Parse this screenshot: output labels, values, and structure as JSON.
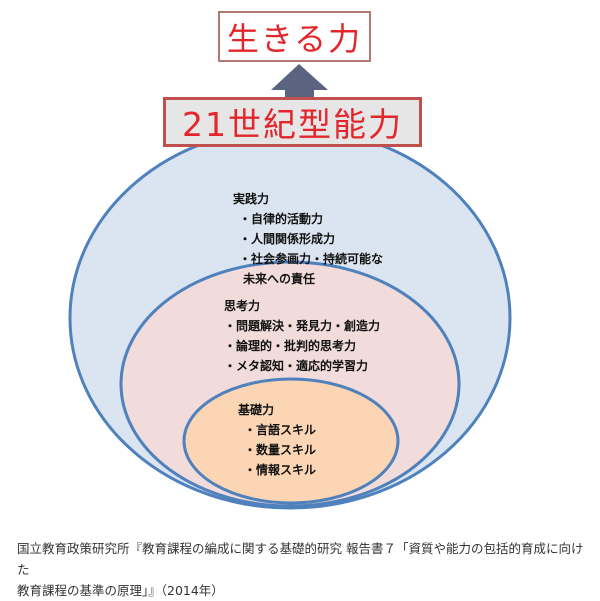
{
  "top_box": "生きる力",
  "main_box": "21世紀型能力",
  "practical": {
    "title": "実践力",
    "items": [
      "・自律的活動力",
      "・人間関係形成力",
      "・社会参画力・持続可能な",
      "未来への責任"
    ]
  },
  "thinking": {
    "title": "思考力",
    "items": [
      "・問題解決・発見力・創造力",
      "・論理的・批判的思考力",
      "・メタ認知・適応的学習力"
    ]
  },
  "basic": {
    "title": "基礎力",
    "items": [
      "・言語スキル",
      "・数量スキル",
      "・情報スキル"
    ]
  },
  "caption": [
    "国立教育政策研究所『教育課程の編成に関する基礎的研究 報告書７「資質や能力の包括的育成に向けた",
    "教育課程の基準の原理」』（2014年）"
  ],
  "colors": {
    "outer": "#dbe5f1",
    "middle": "#f2dcdb",
    "inner": "#fcd5b4",
    "stroke": "#4f81bd",
    "text_red": "#e3262b"
  }
}
